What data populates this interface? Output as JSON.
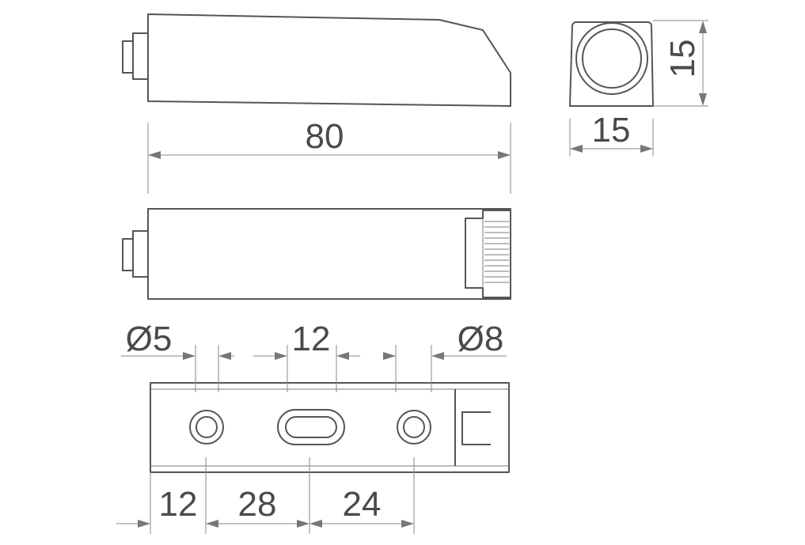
{
  "dimensions": {
    "length": "80",
    "end_height": "15",
    "end_width": "15",
    "hole_small_dia": "Ø5",
    "slot_length": "12",
    "hole_large_dia": "Ø8",
    "offset_edge": "12",
    "spacing_first": "28",
    "spacing_second": "24"
  },
  "colors": {
    "outline": "#555555",
    "dimension_line": "#8a8a8a",
    "text": "#4a4a4a"
  }
}
